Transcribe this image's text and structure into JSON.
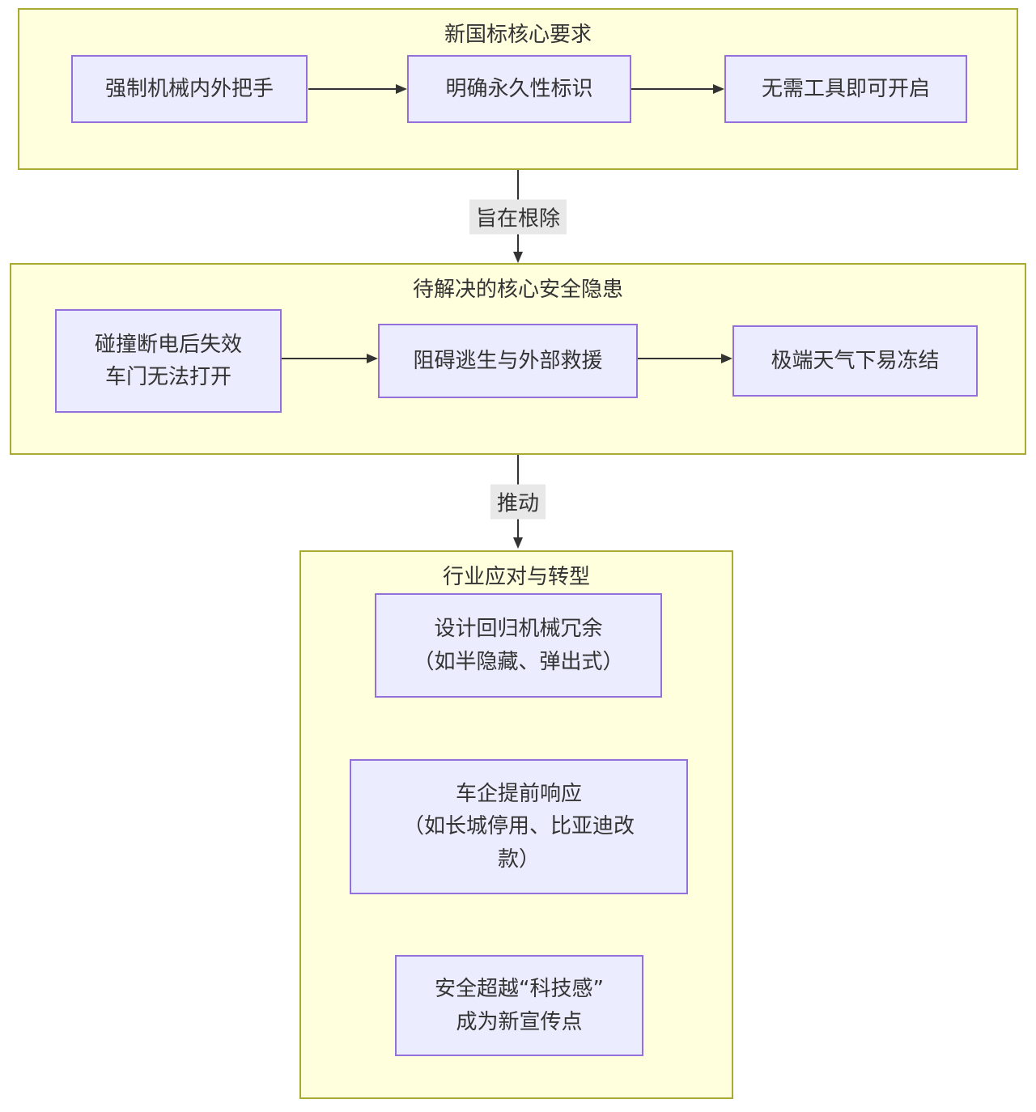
{
  "diagram": {
    "type": "flowchart",
    "colors": {
      "cluster_fill": "#ffffde",
      "cluster_border": "#aaaa33",
      "node_fill": "#ececff",
      "node_border": "#9370db",
      "arrow": "#333333",
      "edge_label_bg": "#e8e8e8",
      "text": "#333333"
    },
    "clusters": [
      {
        "title": "新国标核心要求",
        "nodes": [
          {
            "label": "强制机械内外把手"
          },
          {
            "label": "明确永久性标识"
          },
          {
            "label": "无需工具即可开启"
          }
        ]
      },
      {
        "title": "待解决的核心安全隐患",
        "nodes": [
          {
            "label": "碰撞断电后失效\n车门无法打开"
          },
          {
            "label": "阻碍逃生与外部救援"
          },
          {
            "label": "极端天气下易冻结"
          }
        ]
      },
      {
        "title": "行业应对与转型",
        "nodes": [
          {
            "label": "设计回归机械冗余\n（如半隐藏、弹出式）"
          },
          {
            "label": "车企提前响应\n（如长城停用、比亚迪改\n款）"
          },
          {
            "label": "安全超越“科技感”\n成为新宣传点"
          }
        ]
      }
    ],
    "edge_labels": [
      {
        "label": "旨在根除"
      },
      {
        "label": "推动"
      }
    ]
  }
}
